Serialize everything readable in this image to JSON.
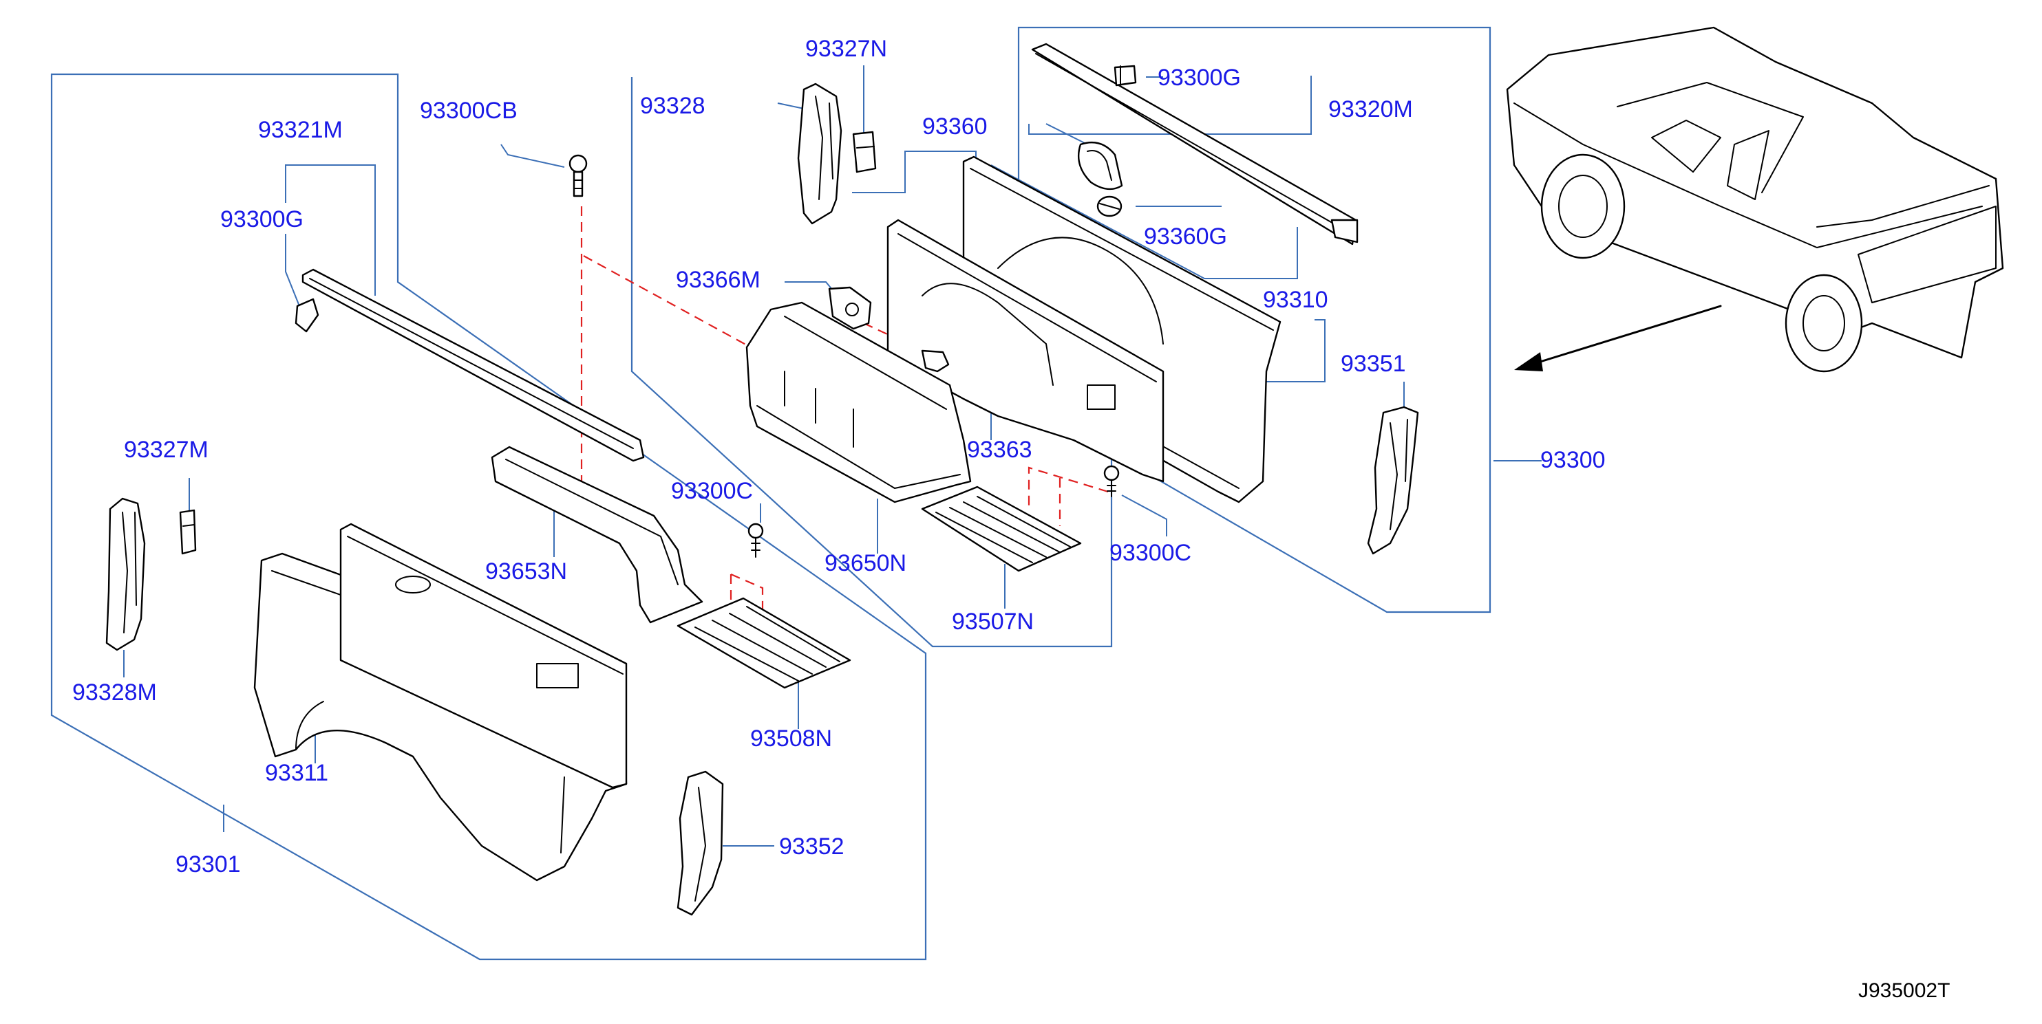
{
  "diagram": {
    "labels": {
      "p93300CB": "93300CB",
      "p93321M": "93321M",
      "p93300G_left": "93300G",
      "p93327N": "93327N",
      "p93328": "93328",
      "p93360": "93360",
      "p93300G_top": "93300G",
      "p93320M": "93320M",
      "p93360G": "93360G",
      "p93366M": "93366M",
      "p93310": "93310",
      "p93351": "93351",
      "p93363": "93363",
      "p93300": "93300",
      "p93327M": "93327M",
      "p93300C_mid": "93300C",
      "p93300C_right": "93300C",
      "p93653N": "93653N",
      "p93650N": "93650N",
      "p93507N": "93507N",
      "p93328M": "93328M",
      "p93508N": "93508N",
      "p93311": "93311",
      "p93352": "93352",
      "p93301": "93301"
    },
    "diagram_code": "J935002T"
  }
}
